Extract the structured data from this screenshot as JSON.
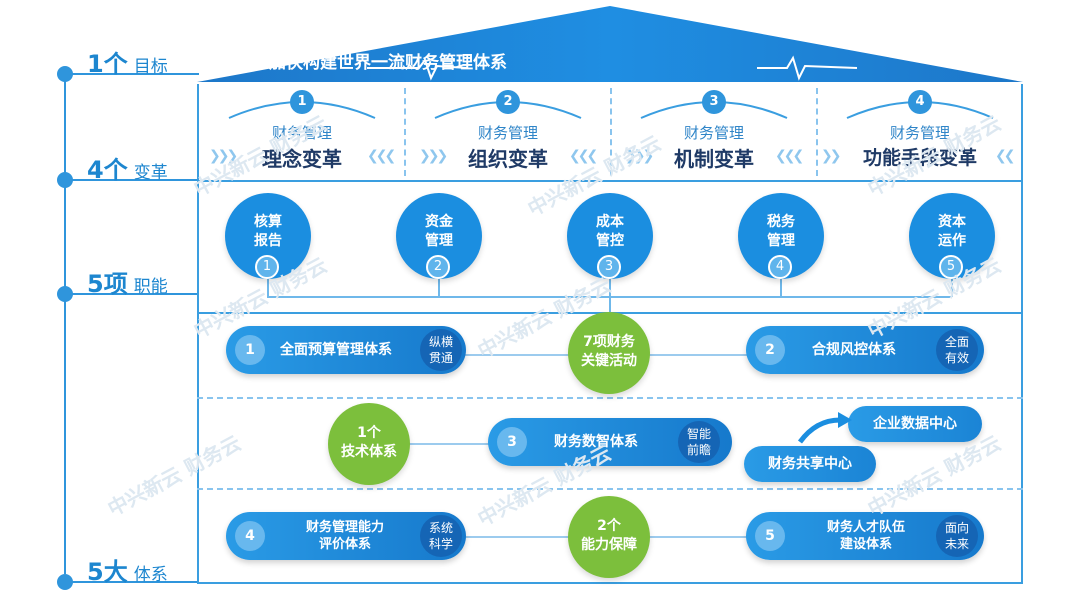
{
  "levels": [
    {
      "num": "1个",
      "sub": "目标"
    },
    {
      "num": "4个",
      "sub": "变革"
    },
    {
      "num": "5项",
      "sub": "职能"
    },
    {
      "num": "5大",
      "sub": "体系"
    }
  ],
  "goal": "加快构建世界一流财务管理体系",
  "reforms": [
    {
      "n": "1",
      "small": "财务管理",
      "big": "理念变革"
    },
    {
      "n": "2",
      "small": "财务管理",
      "big": "组织变革"
    },
    {
      "n": "3",
      "small": "财务管理",
      "big": "机制变革"
    },
    {
      "n": "4",
      "small": "财务管理",
      "big": "功能手段变革"
    }
  ],
  "functions": [
    {
      "n": "1",
      "l1": "核算",
      "l2": "报告"
    },
    {
      "n": "2",
      "l1": "资金",
      "l2": "管理"
    },
    {
      "n": "3",
      "l1": "成本",
      "l2": "管控"
    },
    {
      "n": "4",
      "l1": "税务",
      "l2": "管理"
    },
    {
      "n": "5",
      "l1": "资本",
      "l2": "运作"
    }
  ],
  "systems": {
    "s1": {
      "n": "1",
      "title": "全面预算管理体系",
      "side1": "纵横",
      "side2": "贯通"
    },
    "s2": {
      "n": "2",
      "title": "合规风控体系",
      "side1": "全面",
      "side2": "有效"
    },
    "s3": {
      "n": "3",
      "title": "财务数智体系",
      "side1": "智能",
      "side2": "前瞻"
    },
    "s4": {
      "n": "4",
      "title1": "财务管理能力",
      "title2": "评价体系",
      "side1": "系统",
      "side2": "科学"
    },
    "s5": {
      "n": "5",
      "title1": "财务人才队伍",
      "title2": "建设体系",
      "side1": "面向",
      "side2": "未来"
    }
  },
  "activities": {
    "l1": "7项财务",
    "l2": "关键活动"
  },
  "tech": {
    "l1": "1个",
    "l2": "技术体系"
  },
  "guarantee": {
    "l1": "2个",
    "l2": "能力保障"
  },
  "centers": {
    "enterprise": "企业数据中心",
    "shared": "财务共享中心"
  },
  "watermark": "中兴新云 财务云",
  "colors": {
    "primary": "#1b8ee0",
    "dark": "#1565b5",
    "green": "#7cbf3c"
  }
}
